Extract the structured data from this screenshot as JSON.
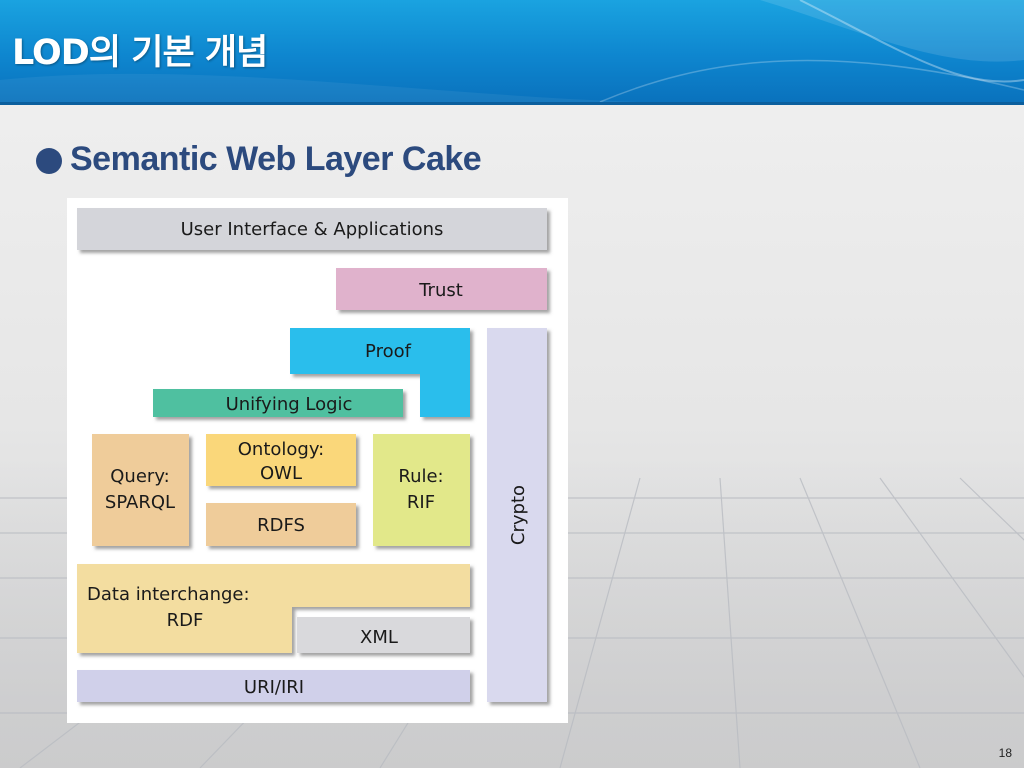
{
  "header": {
    "title": "LOD의 기본 개념"
  },
  "bullet": {
    "text": "Semantic Web Layer Cake"
  },
  "cake": {
    "layers": {
      "ui": "User Interface & Applications",
      "trust": "Trust",
      "proof": "Proof",
      "logic": "Unifying Logic",
      "ontology_1": "Ontology:",
      "ontology_2": "OWL",
      "query_1": "Query:",
      "query_2": "SPARQL",
      "rdfs": "RDFS",
      "rule_1": "Rule:",
      "rule_2": "RIF",
      "crypto": "Crypto",
      "rdf_1": "Data interchange:",
      "rdf_2": "RDF",
      "xml": "XML",
      "uri": "URI/IRI"
    },
    "colors": {
      "ui": "#d4d5da",
      "trust": "#e0b2cc",
      "proof": "#2bbeec",
      "logic": "#4fc0a0",
      "ontology": "#fad77a",
      "query": "#efcc9a",
      "rdfs": "#efcc9a",
      "rule": "#e2e88a",
      "crypto": "#d9d9ee",
      "rdf": "#f3dda0",
      "xml": "#d9d9dc",
      "uri": "#d0d0ea"
    }
  },
  "page_number": "18"
}
